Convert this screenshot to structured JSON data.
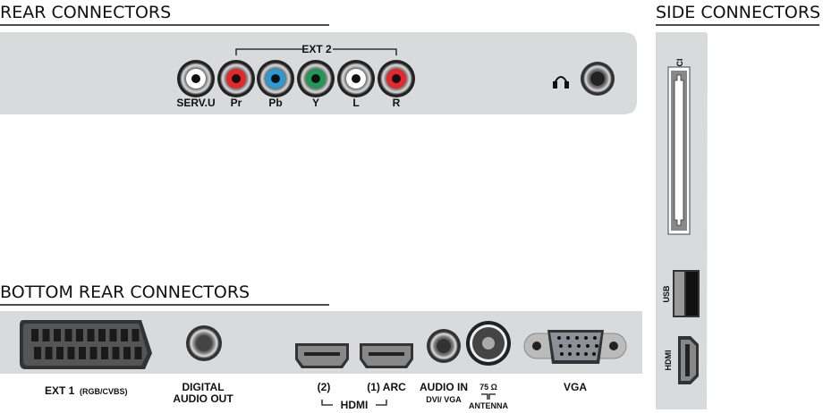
{
  "sections": {
    "rear": "REAR CONNECTORS",
    "bottom": "BOTTOM REAR CONNECTORS",
    "side": "SIDE CONNECTORS"
  },
  "rear": {
    "group_label": "EXT 2",
    "jacks": [
      {
        "label": "SERV.U",
        "color": "#ffffff"
      },
      {
        "label": "Pr",
        "color": "#e8262b"
      },
      {
        "label": "Pb",
        "color": "#2a9ad8"
      },
      {
        "label": "Y",
        "color": "#1e9a55"
      },
      {
        "label": "L",
        "color": "#ffffff"
      },
      {
        "label": "R",
        "color": "#e8262b"
      }
    ],
    "headphone_icon": "headphones-icon"
  },
  "bottom": {
    "ext1": "EXT 1",
    "ext1_sub": "(RGB/CVBS)",
    "digital1": "DIGITAL",
    "digital2": "AUDIO OUT",
    "hdmi2": "(2)",
    "hdmi1": "(1) ARC",
    "hdmi_group": "HDMI",
    "audio_in": "AUDIO IN",
    "audio_in_sub": "DVI/ VGA",
    "antenna_ohm": "75 Ω",
    "antenna": "ANTENNA",
    "vga": "VGA"
  },
  "side": {
    "ci": "CI",
    "usb": "USB",
    "hdmi": "HDMI"
  },
  "colors": {
    "panel": "#d9dadb",
    "dark": "#222222"
  }
}
